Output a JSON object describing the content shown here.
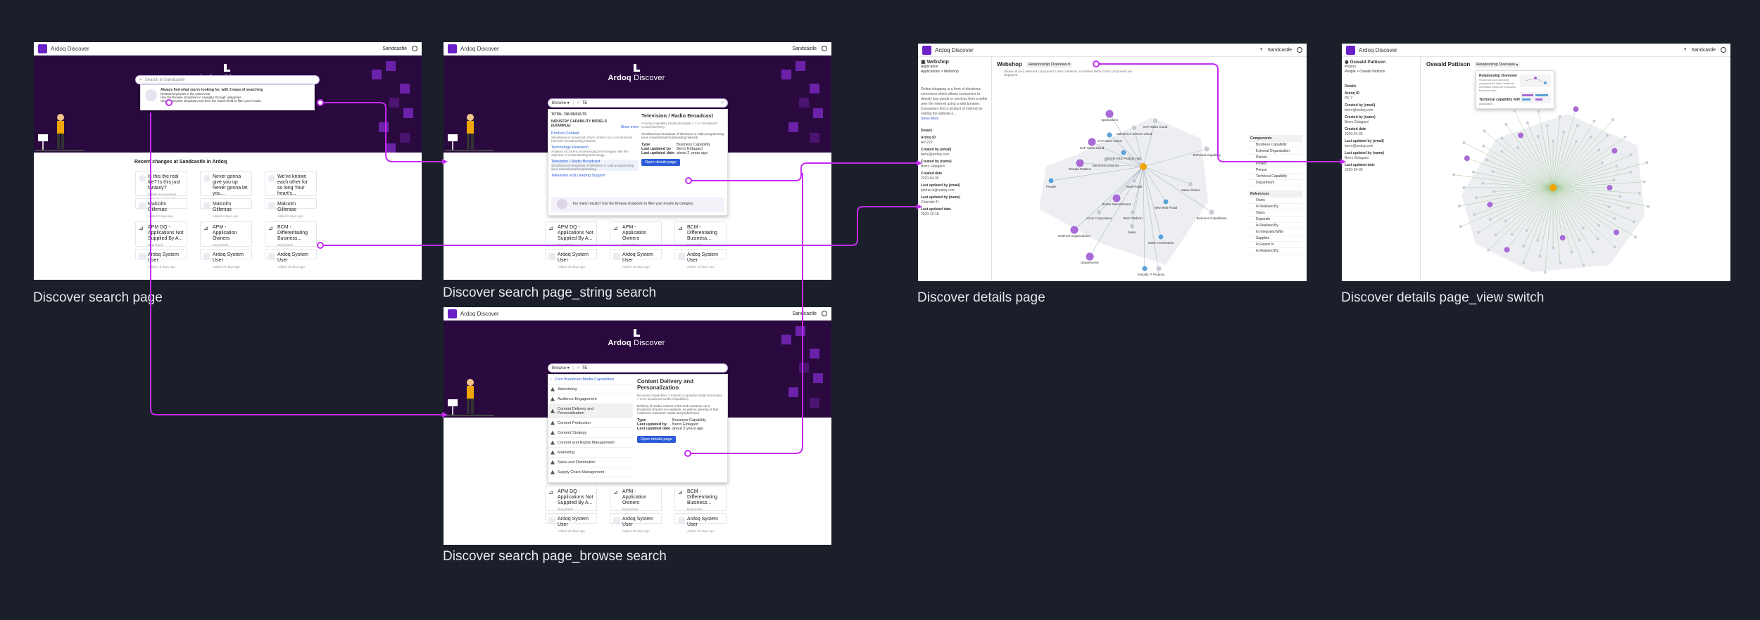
{
  "app_name": "Ardoq Discover",
  "workspace": "Sandcastle",
  "brand": {
    "word1": "Ardoq",
    "word2": "Discover"
  },
  "captions": {
    "f1": "Discover search page",
    "f2": "Discover search page_string search",
    "f3": "Discover search page_browse search",
    "f4": "Discover details page",
    "f5": "Discover details page_view switch"
  },
  "search": {
    "placeholder": "Search in Sandcastle",
    "browse_label": "Browse",
    "query": "TE"
  },
  "tips": {
    "title": "Always find what you're looking for, with 3 ways of searching",
    "items": [
      "Related keywords in the search bar",
      "Use the Browse dropdown to navigate through categories",
      "Use the Browse dropdown and then the search field to filter your results"
    ]
  },
  "recent_title": "Recent changes at Sandcastle in Ardoq",
  "cards_row1": [
    {
      "title": "Is this the real life? Is this just fantasy?",
      "sub": "BRMH Incorporated Scent Cosm Wendra"
    },
    {
      "title": "Never gonna give you up Never gonna let you...",
      "sub": "BRMH Incorporated Scent Cosm Wendra"
    },
    {
      "title": "We've known each other for so long Your heart's...",
      "sub": "BRMH Incorporated Scent Cosm Wendra"
    }
  ],
  "cards_row1_users": [
    {
      "name": "Malcolm Gillenias",
      "time": "Added 8 days ago"
    },
    {
      "name": "Malcolm Gillenias",
      "time": "Added 8 days ago"
    },
    {
      "name": "Malcolm Gillenias",
      "time": "Added 8 days ago"
    }
  ],
  "cards_row2": [
    {
      "title": "APM DQ - Applications Not Supplied By A...",
      "sub": "Report/Info"
    },
    {
      "title": "APM - Application Owners",
      "sub": "Report/Info"
    },
    {
      "title": "BCM - Differentiating Business...",
      "sub": "Report/Info"
    }
  ],
  "cards_row2_users": [
    {
      "name": "Ardoq System User",
      "time": "Added 78 days ago"
    },
    {
      "name": "Ardoq System User",
      "time": "Added 78 days ago"
    },
    {
      "name": "Ardoq System User",
      "time": "Added 78 days ago"
    }
  ],
  "string_search": {
    "total": "TOTAL 798 RESULTS",
    "group": "INDUSTRY CAPABILITY MODELS (EXAMPLE)",
    "show_more": "Show more",
    "results": [
      {
        "title": "Product Content",
        "desc": "Simultaneous broadcast of live content via a conventional television broadcasting network."
      },
      {
        "title": "Technology Research",
        "desc": "Analysis of current and emerging technologies with the objective of understanding technology..."
      },
      {
        "title": "Television / Radio Broadcast",
        "desc": "Simultaneous broadcast of television or radio programming via a conventional broadcasting..."
      },
      {
        "title": "Television and Leading Support",
        "desc": ""
      }
    ],
    "detail": {
      "title": "Television / Radio Broadcast",
      "path": "Country Capability Model (Example 1 > 2 > Broadcast Content Delivery",
      "desc": "Simultaneous broadcast of television or radio programming via a conventional broadcasting network.",
      "type_label": "Type",
      "type_value": "Business Capability",
      "updated_by_label": "Last updated by",
      "updated_by_value": "Berro Eldagard",
      "updated_date_label": "Last updated date",
      "updated_date_value": "about 2 years ago",
      "open_label": "Open details page"
    },
    "footer": "Too many results? Use the Browse dropdown to filter your results by category"
  },
  "browse_search": {
    "root": "Core Broadcast Media Capabilities",
    "categories": [
      "Advertising",
      "Audience Engagement",
      "Content Delivery and Personalization",
      "Content Production",
      "Content Strategy",
      "Content and Rights Management",
      "Marketing",
      "Sales and Distribution",
      "Supply Chain Management"
    ],
    "detail": {
      "title": "Content Delivery and Personalization",
      "path": "Business Capabilities > Industry Capability Model (Example) > Core Broadcast Media Capabilities",
      "desc": "Delivery of media content to the end consumer on a broadcast channel or a website, as well as tailoring of that content to consumer needs and preferences.",
      "type_label": "Type",
      "type_value": "Business Capability",
      "updated_by_label": "Last updated by",
      "updated_by_value": "Berro Eldagard",
      "updated_date_label": "Last updated date",
      "updated_date_value": "about 2 years ago",
      "open_label": "Open details page"
    }
  },
  "details_page": {
    "entity": "Webshop",
    "entity_type": "Application",
    "breadcrumb": "Applications > Webshop",
    "view": "Relationship Overview",
    "view_desc": "Shows all your selected component's direct relations. Unrelated fields in this component are displayed.",
    "summary": "Online shopping is a form of electronic commerce which allows consumers to directly buy goods or services from a seller over the internet using a web browser. Consumers find a product of interest by visiting the website o...",
    "show_more": "Show More",
    "details_title": "Details",
    "fields": [
      {
        "label": "Ardoq ID",
        "value": "AP-222"
      },
      {
        "label": "Created by (email)",
        "value": "berro@ardoq.com"
      },
      {
        "label": "Created by (name)",
        "value": "Berro Eldagard"
      },
      {
        "label": "Created date",
        "value": "2020-04-30"
      },
      {
        "label": "Last updated by (email)",
        "value": "tjathan.b@ardoq.com"
      },
      {
        "label": "Last updated by (name)",
        "value": "Charistin Tr."
      },
      {
        "label": "Last updated date",
        "value": "2020-10-18"
      }
    ],
    "legend_components_title": "Components",
    "legend_components": [
      "Business Capability",
      "External Organization",
      "Person",
      "Project",
      "Person",
      "Technical Capability",
      "Department"
    ],
    "legend_references_title": "References",
    "legend_references": [
      "Owns",
      "Is Realized By",
      "Owns",
      "Depends",
      "Is Realized By",
      "Is Integrated With",
      "Supplies",
      "Is Expert In",
      "Is Realized By"
    ],
    "nodes": [
      "Applications",
      "SAP Sales Cloud",
      "Salesforce Service Cloud",
      "SAP Sales Cloud",
      "SAP Sales Cloud",
      "Electronic Data Int.",
      "Oracle EBS Product Hub",
      "Technical Capability",
      "Oswald Pattison",
      "People",
      "Web Portal",
      "Sales Orders",
      "Broker Manufacturer",
      "Acme Corporation",
      "Web Platform",
      "New Web Portal",
      "External Organizations",
      "Sales",
      "Sales Acceleration",
      "Business Capabilities",
      "Departments",
      "Simplify IT",
      "Projects"
    ]
  },
  "view_switch": {
    "entity": "Oswald Pattison",
    "entity_type": "Person",
    "breadcrumb": "People > Oswald Pattison",
    "view": "Relationship Overview",
    "menu": [
      {
        "title": "Relationship Overview",
        "desc": "Shows all your selected component's direct relations. Unrelated fields are excluded from this view."
      },
      {
        "title": "Technical capability with app",
        "desc": "Application"
      }
    ],
    "details_title": "Details",
    "fields": [
      {
        "label": "Ardoq ID",
        "value": "PE-7"
      },
      {
        "label": "Created by (email)",
        "value": "berro@ardoq.com"
      },
      {
        "label": "Created by (name)",
        "value": "Berro Eldagard"
      },
      {
        "label": "Created date",
        "value": "2020-04-30"
      },
      {
        "label": "Last updated by (email)",
        "value": "berro@ardoq.com"
      },
      {
        "label": "Last updated by (name)",
        "value": "Berro Eldagard"
      },
      {
        "label": "Last updated date",
        "value": "2020-04-30"
      }
    ]
  },
  "colors": {
    "accent": "#6b21c8",
    "hero": "#2a0a3e",
    "connector": "#c42bf0",
    "background": "#1b1f2a",
    "button": "#2b5bd7"
  }
}
